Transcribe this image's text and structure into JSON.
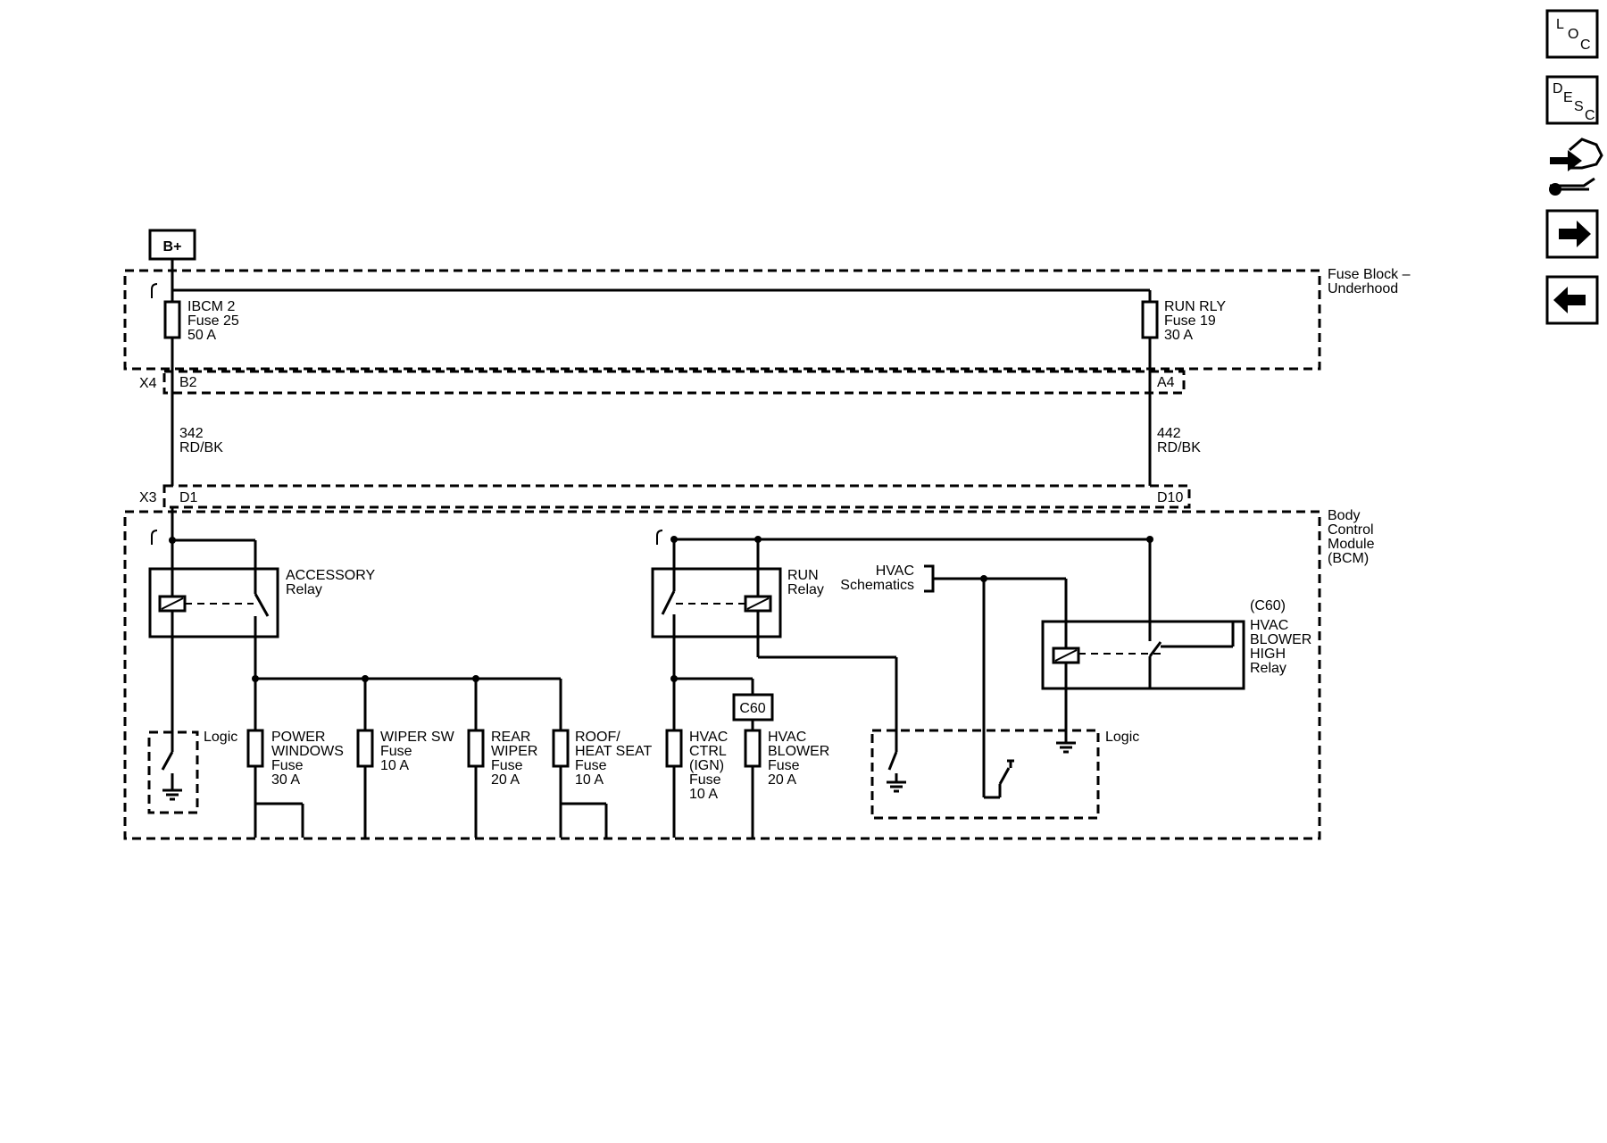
{
  "supply": {
    "label": "B+"
  },
  "fuse_block": {
    "label_line1": "Fuse Block –",
    "label_line2": "Underhood",
    "fuse_left": {
      "line1": "IBCM 2",
      "line2": "Fuse 25",
      "line3": "50 A"
    },
    "fuse_right": {
      "line1": "RUN RLY",
      "line2": "Fuse 19",
      "line3": "30 A"
    }
  },
  "connectors": {
    "x4": "X4",
    "x4_left_pin": "B2",
    "x4_right_pin": "A4",
    "x3": "X3",
    "x3_left_pin": "D1",
    "x3_right_pin": "D10"
  },
  "wires": {
    "left": {
      "circuit": "342",
      "color": "RD/BK"
    },
    "right": {
      "circuit": "442",
      "color": "RD/BK"
    }
  },
  "bcm": {
    "line1": "Body",
    "line2": "Control",
    "line3": "Module",
    "line4": "(BCM)"
  },
  "relays": {
    "accessory": {
      "line1": "ACCESSORY",
      "line2": "Relay"
    },
    "run": {
      "line1": "RUN",
      "line2": "Relay"
    },
    "hvac_blower_high": {
      "connector": "(C60)",
      "line1": "HVAC",
      "line2": "BLOWER",
      "line3": "HIGH",
      "line4": "Relay"
    }
  },
  "hvac_schematics": {
    "line1": "HVAC",
    "line2": "Schematics"
  },
  "c60_box": "C60",
  "logic_labels": {
    "left": "Logic",
    "right": "Logic"
  },
  "fuses": [
    {
      "line1": "POWER",
      "line2": "WINDOWS",
      "line3": "Fuse",
      "line4": "30 A"
    },
    {
      "line1": "WIPER SW",
      "line2": "Fuse",
      "line3": "10 A",
      "line4": ""
    },
    {
      "line1": "REAR",
      "line2": "WIPER",
      "line3": "Fuse",
      "line4": "20 A"
    },
    {
      "line1": "ROOF/",
      "line2": "HEAT SEAT",
      "line3": "Fuse",
      "line4": "10 A"
    },
    {
      "line1": "HVAC",
      "line2": "CTRL",
      "line3": "(IGN)",
      "line4": "Fuse",
      "line5": "10 A"
    },
    {
      "line1": "HVAC",
      "line2": "BLOWER",
      "line3": "Fuse",
      "line4": "20 A"
    }
  ],
  "nav": {
    "loc": {
      "l": "L",
      "o": "O",
      "c": "C",
      "icon": "location-icon"
    },
    "desc": {
      "d": "D",
      "e": "E",
      "s": "S",
      "c": "C",
      "icon": "description-icon"
    },
    "connector_icon": "connector-wrench-icon",
    "next_icon": "arrow-right-icon",
    "prev_icon": "arrow-left-icon"
  }
}
